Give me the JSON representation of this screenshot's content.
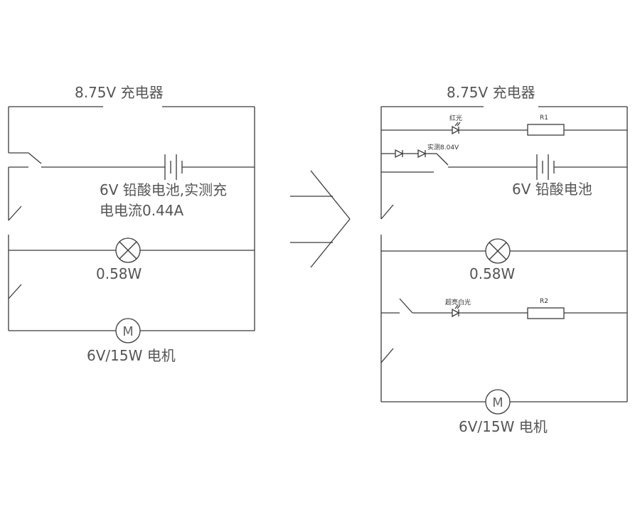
{
  "left": {
    "charger_label": "8.75V 充电器",
    "battery_label_1": "6V 铅酸电池,实测充",
    "battery_label_2": "电电流0.44A",
    "lamp_label": "0.58W",
    "motor_letter": "M",
    "motor_label": "6V/15W 电机"
  },
  "right": {
    "charger_label": "8.75V 充电器",
    "red_led_label": "红光",
    "r1_label": "R1",
    "measured_label": "实测8.04V",
    "battery_label": "6V 铅酸电池",
    "lamp_label": "0.58W",
    "white_led_label": "超亮白光",
    "r2_label": "R2",
    "motor_letter": "M",
    "motor_label": "6V/15W 电机"
  }
}
